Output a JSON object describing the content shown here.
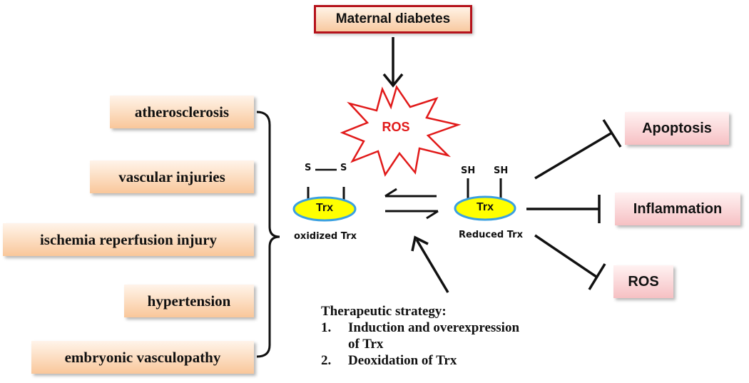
{
  "top": {
    "label": "Maternal diabetes"
  },
  "ros_burst": {
    "label": "ROS"
  },
  "left_conditions": [
    "atherosclerosis",
    "vascular injuries",
    "ischemia reperfusion injury",
    "hypertension",
    "embryonic vasculopathy"
  ],
  "oxidized": {
    "s1": "S",
    "s2": "S",
    "trx": "Trx",
    "caption": "oxidized Trx"
  },
  "reduced": {
    "sh1": "SH",
    "sh2": "SH",
    "trx": "Trx",
    "caption": "Reduced Trx"
  },
  "right_outcomes": [
    "Apoptosis",
    "Inflammation",
    "ROS"
  ],
  "strategy": {
    "title": "Therapeutic strategy:",
    "item1_num": "1.",
    "item1_line1": "Induction and overexpression",
    "item1_line2": "of Trx",
    "item2_num": "2.",
    "item2_line1": "Deoxidation of Trx"
  },
  "colors": {
    "top_border": "#b5121b",
    "ros_text": "#e11a1a",
    "ellipse_fill": "#ffff00",
    "ellipse_border": "#3aa0e0"
  }
}
